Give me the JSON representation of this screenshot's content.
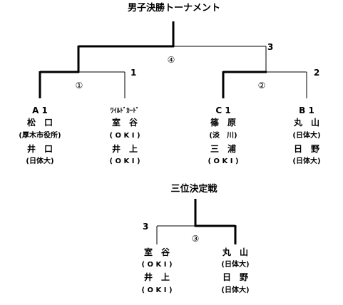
{
  "final": {
    "title": "男子決勝トーナメント",
    "match_labels": [
      "①",
      "②",
      "④"
    ],
    "round_numbers": [
      "1",
      "2",
      "3"
    ],
    "teams": [
      {
        "seed": "A 1",
        "p1": "松　口",
        "t1": "(厚木市役所)",
        "p2": "井　口",
        "t2": "(日体大)"
      },
      {
        "seed": "ﾜｲﾙﾄﾞｶｰﾄﾞ",
        "p1": "室　谷",
        "t1": "( O K I )",
        "p2": "井　上",
        "t2": "( O K I )"
      },
      {
        "seed": "C 1",
        "p1": "篠　原",
        "t1": "(淡　川)",
        "p2": "三　浦",
        "t2": "( O K I )"
      },
      {
        "seed": "B 1",
        "p1": "丸　山",
        "t1": "(日体大)",
        "p2": "日　野",
        "t2": "(日体大)"
      }
    ]
  },
  "third_place": {
    "title": "三位決定戦",
    "match_label": "③",
    "round_number": "3",
    "teams": [
      {
        "p1": "室　谷",
        "t1": "( O K I )",
        "p2": "井　上",
        "t2": "( O K I )"
      },
      {
        "p1": "丸　山",
        "t1": "(日体大)",
        "p2": "日　野",
        "t2": "(日体大)"
      }
    ]
  }
}
